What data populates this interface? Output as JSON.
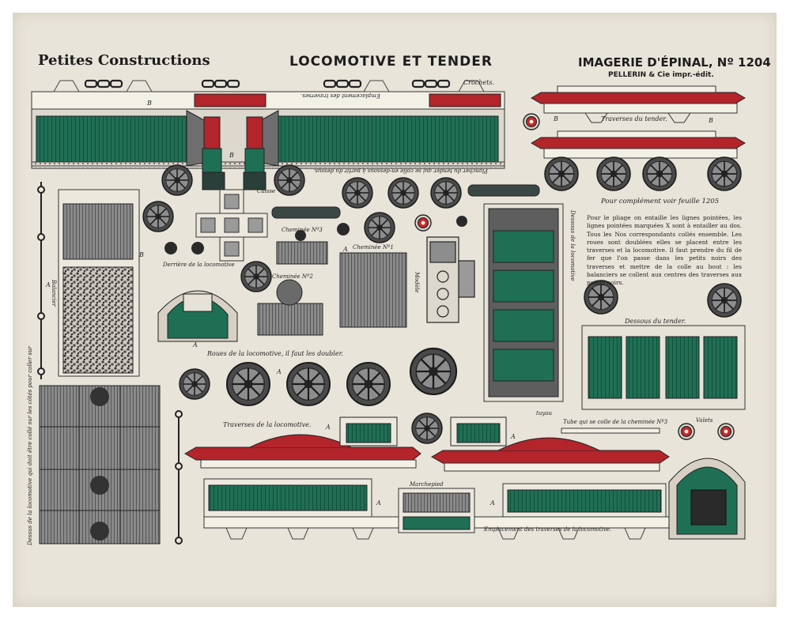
{
  "header": {
    "series_title": "Petites Constructions",
    "main_title": "LOCOMOTIVE ET TENDER",
    "imprint": "IMAGERIE D'ÉPINAL, Nº 1204",
    "publisher": "PELLERIN & Cie impr.-édit."
  },
  "labels": {
    "crochets": "Crochets.",
    "emplacement_traverses_upside": "Emplacement des traverses.",
    "traverses_tender": "Traverses du tender.",
    "suite": "Pour complément voir feuille 1205",
    "cheminee_3": "Cheminée Nº3",
    "cheminee_1": "Cheminée Nº1",
    "cheminee_2": "Cheminée Nº2",
    "derriere": "Derrière de la locomotive",
    "caisse": "Caisse",
    "modele": "Modèle",
    "dessous_loco": "Dessous de la locomotive",
    "dessous_tender": "Dessous du tender.",
    "roues": "Roues de la locomotive, il faut les doubler.",
    "traverses_loco": "Traverses de la locomotive.",
    "tube": "Tube qui se colle de la cheminée Nº3",
    "valets": "Valets",
    "marchepied": "Marchepied",
    "emplacement_traverses_loco": "Emplacement des traverses de la locomotive.",
    "balancier": "Balancier",
    "plancher_upside": "Plancher du tender qui se colle en-dessous à partir du dessus.",
    "dessus_loco_vertical": "Dessus de la locomotive qui doit être collé sur les côtés pour coller sur",
    "letter_a": "A",
    "letter_b": "B",
    "tuyau": "tuyau"
  },
  "instructions": "Pour le pliage on entaille les lignes pointées, les lignes pointées marquées X sont à entailler au dos. Tous les Nos correspondants collés ensemble. Les roues sont doublées elles se placent entre les traverses et la locomotive. Il faut prendre du fil de fer que l'on passe dans les petits noirs des traverses et mettre de la colle au bout : les balanciers se collent aux centres des traverses aux points noirs.",
  "colors": {
    "paper": "#e8e4d9",
    "green": "#1f6f55",
    "red": "#b3242b",
    "grey": "#6b6b6b",
    "ink": "#1d1d1d"
  }
}
